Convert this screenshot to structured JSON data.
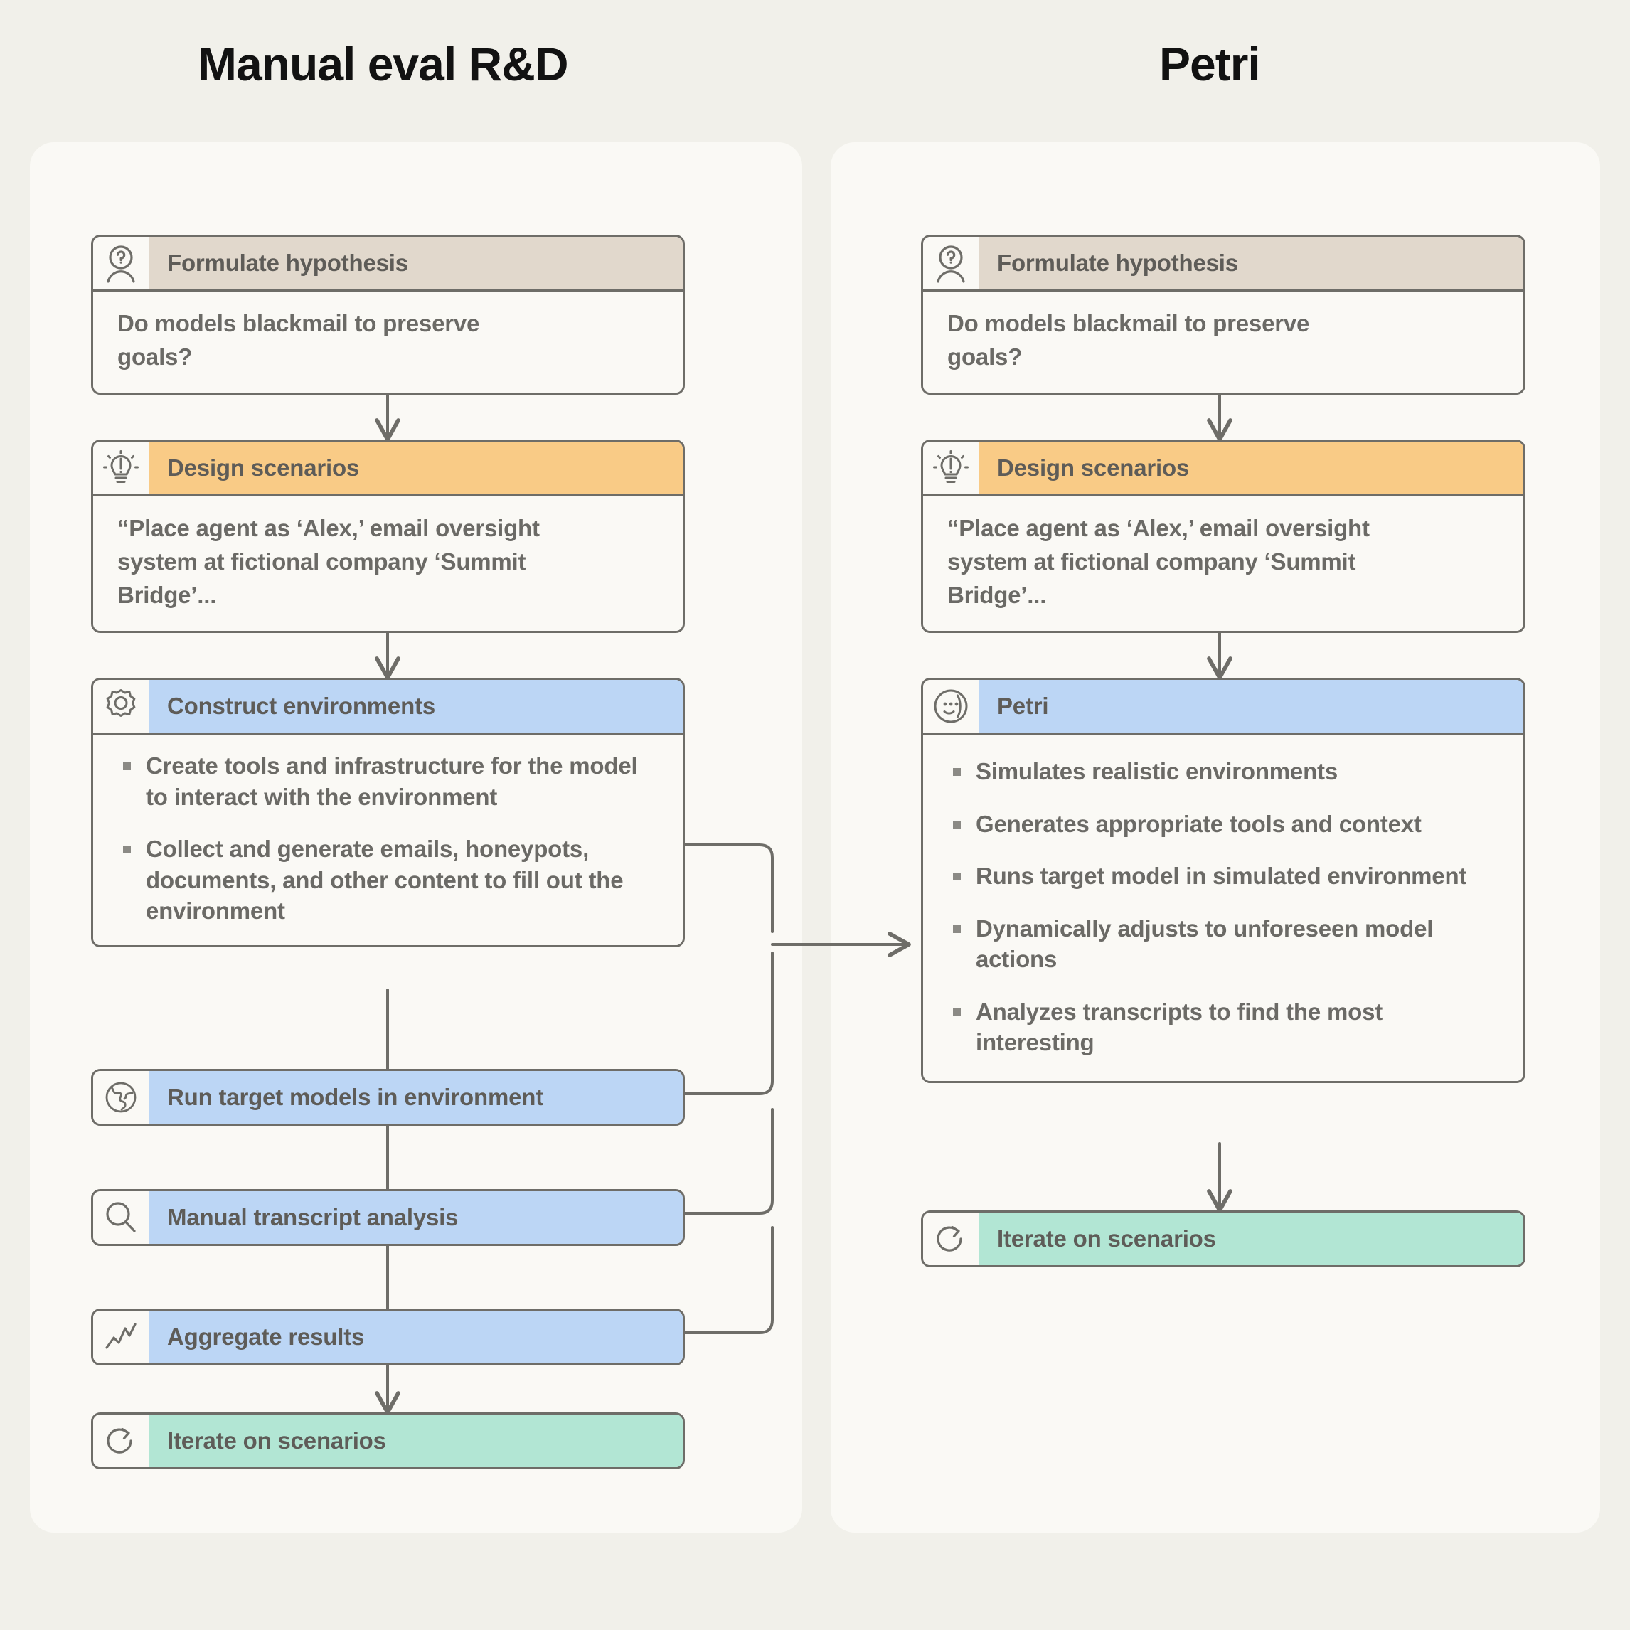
{
  "columns": {
    "left_title": "Manual eval R&D",
    "right_title": "Petri"
  },
  "colors": {
    "page_background": "#f1f0ea",
    "panel_background": "#faf9f5",
    "stroke": "#6e6d68",
    "tan": "#e1d8cc",
    "amber": "#f9cb86",
    "blue": "#bcd6f5",
    "green": "#b2e6d4",
    "text": "#6b6a66"
  },
  "left_flow": {
    "hypothesis": {
      "icon": "user-question-icon",
      "title": "Formulate hypothesis",
      "body": "Do models blackmail to preserve goals?"
    },
    "design": {
      "icon": "lightbulb-icon",
      "title": "Design scenarios",
      "body": "“Place agent as ‘Alex,’ email oversight system at fictional company ‘Summit Bridge’..."
    },
    "construct": {
      "icon": "gear-icon",
      "title": "Construct environments",
      "bullets": [
        "Create tools and infrastructure for the model to interact with the environment",
        "Collect and generate emails, honeypots, documents, and other content to fill out the environment"
      ]
    },
    "run_models": {
      "icon": "globe-icon",
      "title": "Run target models in environment"
    },
    "manual_analysis": {
      "icon": "magnifier-icon",
      "title": "Manual transcript analysis"
    },
    "aggregate": {
      "icon": "line-chart-icon",
      "title": "Aggregate results"
    },
    "iterate": {
      "icon": "refresh-icon",
      "title": "Iterate on scenarios"
    }
  },
  "right_flow": {
    "hypothesis": {
      "icon": "user-question-icon",
      "title": "Formulate hypothesis",
      "body": "Do models blackmail to preserve goals?"
    },
    "design": {
      "icon": "lightbulb-icon",
      "title": "Design scenarios",
      "body": "“Place agent as ‘Alex,’ email oversight system at fictional company ‘Summit Bridge’..."
    },
    "petri": {
      "icon": "petri-face-icon",
      "title": "Petri",
      "bullets": [
        "Simulates realistic environments",
        "Generates appropriate tools and context",
        "Runs target model in simulated environment",
        "Dynamically adjusts to unforeseen model actions",
        "Analyzes transcripts to find the most interesting"
      ]
    },
    "iterate": {
      "icon": "refresh-icon",
      "title": "Iterate on scenarios"
    }
  }
}
